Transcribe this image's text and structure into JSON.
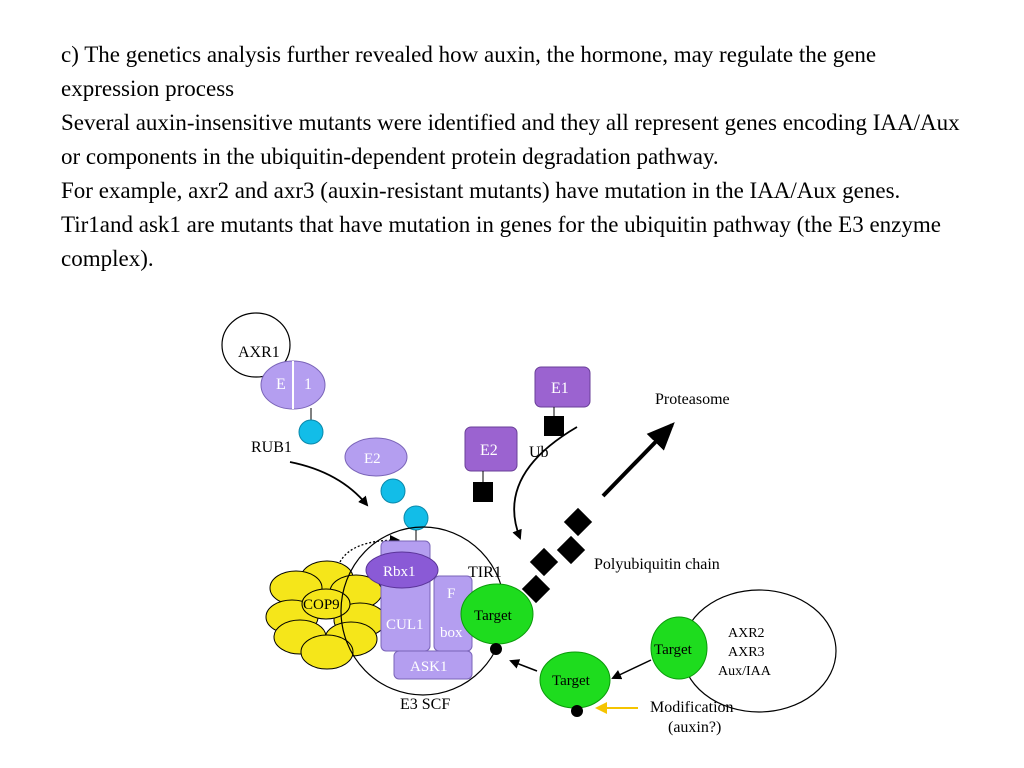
{
  "slide": {
    "paragraphs": [
      "c) The genetics analysis further revealed how auxin, the hormone, may regulate the gene expression process",
      "Several auxin-insensitive mutants were identified and they all represent genes encoding IAA/Aux or components in the ubiquitin-dependent protein degradation pathway.",
      "For example, axr2 and axr3 (auxin-resistant mutants) have mutation in the IAA/Aux genes. Tir1and ask1 are mutants that have mutation in genes for the ubiquitin pathway (the E3 enzyme complex)."
    ]
  },
  "diagram": {
    "axr1": "AXR1",
    "e_left": "E",
    "e_right": "1",
    "rub1": "RUB1",
    "e2_top": "E2",
    "e1": "E1",
    "e2_ub": "E2",
    "ub": "Ub",
    "proteasome": "Proteasome",
    "polyubiquitin": "Polyubiquitin chain",
    "rbx1": "Rbx1",
    "tir1": "TIR1",
    "f": "F",
    "box": "box",
    "cul1": "CUL1",
    "cop9": "COP9",
    "target_bound": "Target",
    "ask1": "ASK1",
    "e3scf": "E3 SCF",
    "target_mid": "Target",
    "target_right": "Target",
    "axr2": "AXR2",
    "axr3": "AXR3",
    "aux_iaa": "Aux/IAA",
    "modification": "Modification",
    "auxin_q": "(auxin?)",
    "colors": {
      "light_purple": "#b49ef0",
      "dark_purple": "#9b63d0",
      "rbx_purple": "#8a5ad6",
      "cyan": "#12bde8",
      "green": "#1edc1e",
      "yellow": "#f5e61a",
      "arrow_yellow": "#f5c400"
    }
  }
}
